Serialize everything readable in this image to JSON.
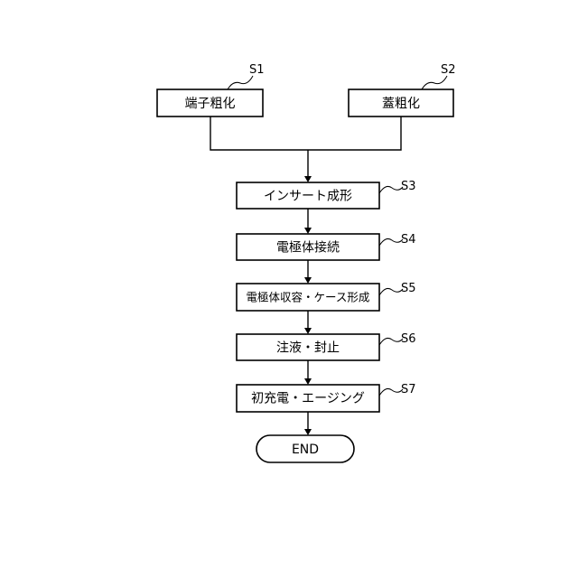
{
  "diagram": {
    "steps": [
      {
        "id": "S1",
        "label": "端子粗化",
        "ref": "S1"
      },
      {
        "id": "S2",
        "label": "蓋粗化",
        "ref": "S2"
      },
      {
        "id": "S3",
        "label": "インサート成形",
        "ref": "S3"
      },
      {
        "id": "S4",
        "label": "電極体接続",
        "ref": "S4"
      },
      {
        "id": "S5",
        "label": "電極体収容・ケース形成",
        "ref": "S5"
      },
      {
        "id": "S6",
        "label": "注液・封止",
        "ref": "S6"
      },
      {
        "id": "S7",
        "label": "初充電・エージング",
        "ref": "S7"
      }
    ],
    "terminal": {
      "label": "END"
    },
    "edges": [
      {
        "from": "S1",
        "to": "S3"
      },
      {
        "from": "S2",
        "to": "S3"
      },
      {
        "from": "S3",
        "to": "S4"
      },
      {
        "from": "S4",
        "to": "S5"
      },
      {
        "from": "S5",
        "to": "S6"
      },
      {
        "from": "S6",
        "to": "S7"
      },
      {
        "from": "S7",
        "to": "END"
      }
    ]
  }
}
